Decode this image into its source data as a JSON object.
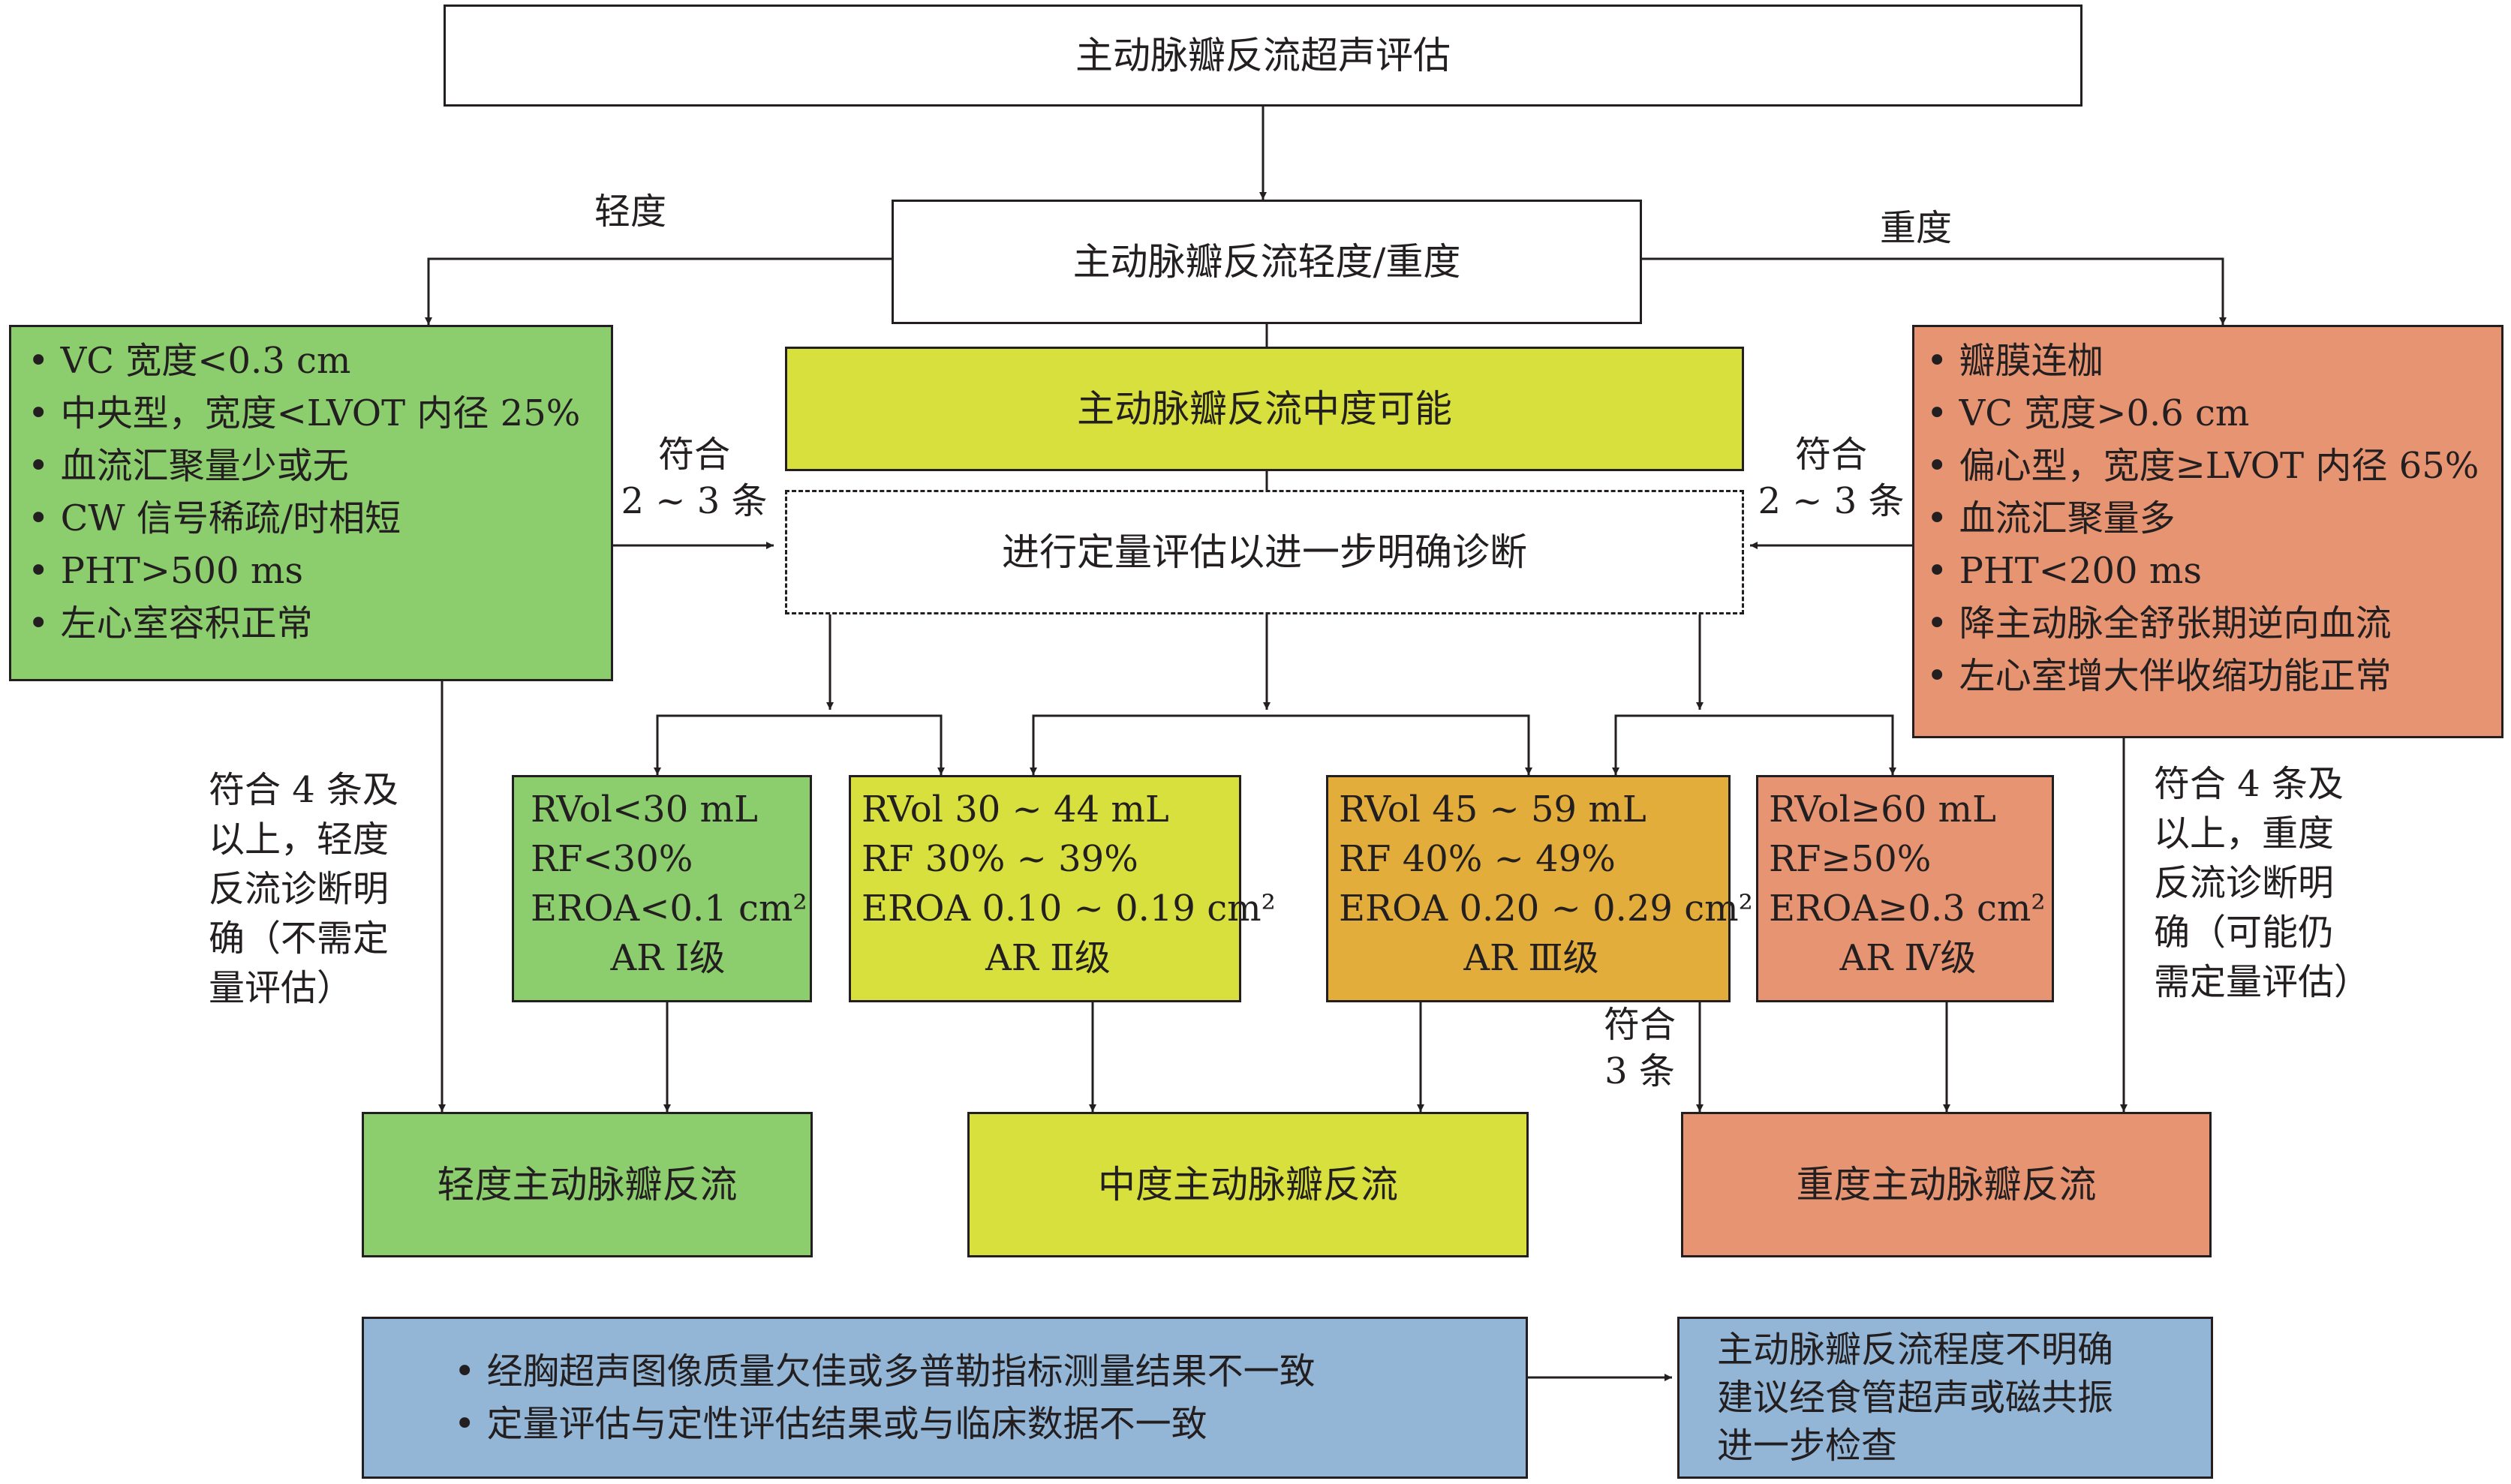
{
  "colors": {
    "green": "#8ccd6e",
    "yellow": "#d7e03c",
    "orange": "#e2ad3a",
    "salmon": "#e69472",
    "blue": "#93b6d6",
    "line": "#231f20"
  },
  "title": "主动脉瓣反流超声评估",
  "severity_question": "主动脉瓣反流轻度/重度",
  "branch_mild": "轻度",
  "branch_severe": "重度",
  "moderate_possible": "主动脉瓣反流中度可能",
  "quantitative_step": "进行定量评估以进一步明确诊断",
  "meets_2_3_left": {
    "line1": "符合",
    "line2": "2 ~ 3 条"
  },
  "meets_2_3_right": {
    "line1": "符合",
    "line2": "2 ~ 3 条"
  },
  "mild_criteria": [
    "VC 宽度<0.3 cm",
    "中央型，宽度<LVOT 内径 25%",
    "血流汇聚量少或无",
    "CW 信号稀疏/时相短",
    "PHT>500 ms",
    "左心室容积正常"
  ],
  "severe_criteria": [
    "瓣膜连枷",
    "VC 宽度>0.6 cm",
    "偏心型，宽度≥LVOT 内径 65%",
    "血流汇聚量多",
    "PHT<200 ms",
    "降主动脉全舒张期逆向血流",
    "左心室增大伴收缩功能正常"
  ],
  "mild_note": "符合 4 条及\n以上，轻度\n反流诊断明\n确（不需定\n量评估）",
  "severe_note": "符合 4 条及\n以上，重度\n反流诊断明\n确（可能仍\n需定量评估）",
  "grades": [
    {
      "rvol": "RVol<30 mL",
      "rf": "RF<30%",
      "eroa": "EROA<0.1 cm²",
      "grade": "AR Ⅰ级"
    },
    {
      "rvol": "RVol 30 ~ 44 mL",
      "rf": "RF 30% ~ 39%",
      "eroa": "EROA 0.10 ~ 0.19 cm²",
      "grade": "AR Ⅱ级"
    },
    {
      "rvol": "RVol 45 ~ 59 mL",
      "rf": "RF 40% ~ 49%",
      "eroa": "EROA 0.20 ~ 0.29 cm²",
      "grade": "AR Ⅲ级"
    },
    {
      "rvol": "RVol≥60 mL",
      "rf": "RF≥50%",
      "eroa": "EROA≥0.3 cm²",
      "grade": "AR Ⅳ级"
    }
  ],
  "meets_3": {
    "line1": "符合",
    "line2": "3 条"
  },
  "outcome_mild": "轻度主动脉瓣反流",
  "outcome_moderate": "中度主动脉瓣反流",
  "outcome_severe": "重度主动脉瓣反流",
  "bottom_conditions": [
    "经胸超声图像质量欠佳或多普勒指标测量结果不一致",
    "定量评估与定性评估结果或与临床数据不一致"
  ],
  "bottom_result": {
    "line1": "主动脉瓣反流程度不明确",
    "line2": "建议经食管超声或磁共振",
    "line3": "进一步检查"
  }
}
